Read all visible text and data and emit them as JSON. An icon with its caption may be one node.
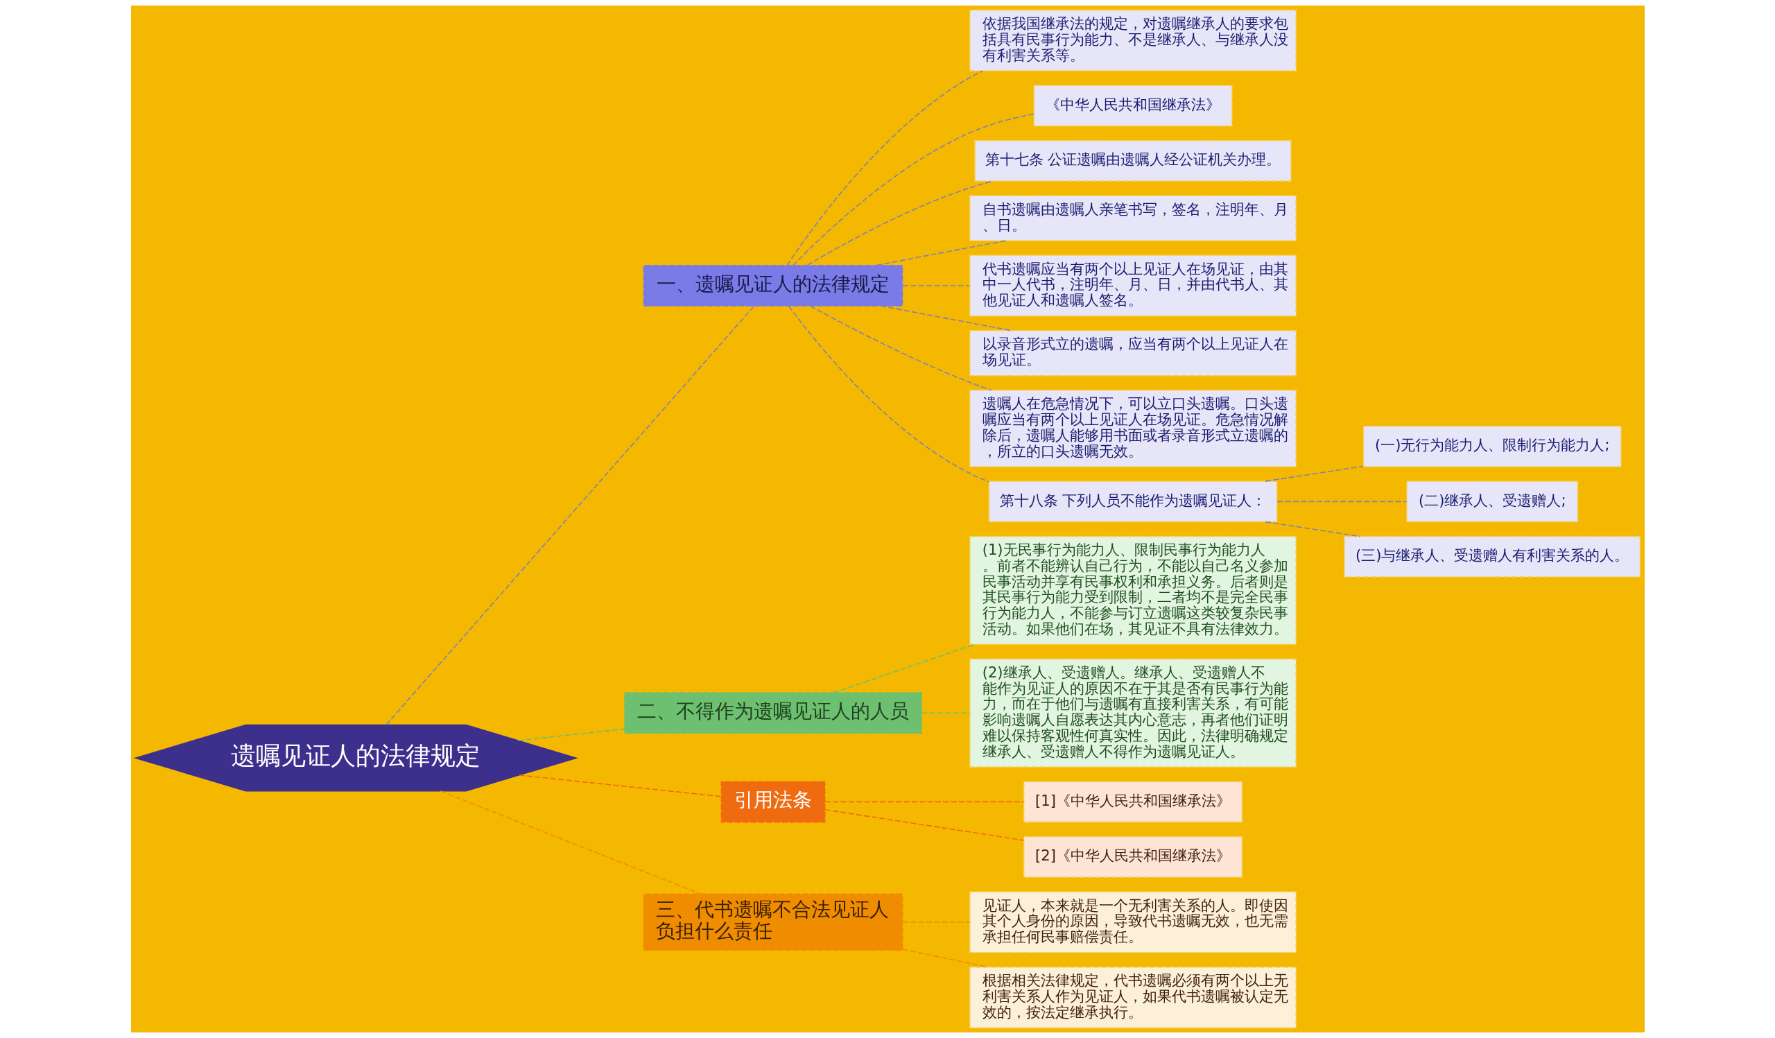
{
  "diagram": {
    "nodes": [
      {
        "text": [
          "遗嘱见证人的法律规定"
        ]
      },
      {
        "text": [
          "一、遗嘱见证人的法律规定"
        ]
      },
      {
        "text": [
          "依据我国继承法的规定，对遗嘱继承人的要求包括具有民事行为能力、不是继承人、与继承人没有利害关系等。"
        ]
      },
      {
        "text": [
          "《中华人民共和国继承法》"
        ]
      },
      {
        "text": [
          "第十七条 公证遗嘱由遗嘱人经公证机关办理。"
        ]
      },
      {
        "text": [
          "自书遗嘱由遗嘱人亲笔书写，签名，注明年、月、日。"
        ]
      },
      {
        "text": [
          "代书遗嘱应当有两个以上见证人在场见证，由其中一人代书，注明年、月、日，并由代书人、其他见证人和遗嘱人签名。"
        ]
      },
      {
        "text": [
          "以录音形式立的遗嘱，应当有两个以上见证人在场见证。"
        ]
      },
      {
        "text": [
          "遗嘱人在危急情况下，可以立口头遗嘱。口头遗嘱应当有两个以上见证人在场见证。危急情况解除后，遗嘱人能够用书面或者录音形式立遗嘱的，所立的口头遗嘱无效。"
        ]
      },
      {
        "text": [
          "第十八条 下列人员不能作为遗嘱见证人："
        ]
      },
      {
        "text": [
          "(一)无行为能力人、限制行为能力人;"
        ]
      },
      {
        "text": [
          "(二)继承人、受遗赠人;"
        ]
      },
      {
        "text": [
          "(三)与继承人、受遗赠人有利害关系的人。"
        ]
      },
      {
        "text": [
          "二、不得作为遗嘱见证人的人员"
        ]
      },
      {
        "text": [
          "(1)无民事行为能力人、限制民事行为能力人。前者不能辨认自己行为，不能以自己名义参加民事活动并享有民事权利和承担义务。后者则是其民事行为能力受到限制，二者均不是完全民事行为能力人，不能参与订立遗嘱这类较复杂民事活动。如果他们在场，其见证不具有法律效力。"
        ]
      },
      {
        "text": [
          "(2)继承人、受遗赠人。继承人、受遗赠人不能作为见证人的原因不在于其是否有民事行为能力，而在于他们与遗嘱有直接利害关系，有可能影响遗嘱人自愿表达其内心意志，再者他们证明难以保持客观性何真实性。因此，法律明确规定继承人、受遗赠人不得作为遗嘱见证人。"
        ]
      },
      {
        "text": [
          "引用法条"
        ]
      },
      {
        "text": [
          "[1]《中华人民共和国继承法》"
        ]
      },
      {
        "text": [
          "[2]《中华人民共和国继承法》"
        ]
      },
      {
        "text": [
          "三、代书遗嘱不合法见证人负担什么责任"
        ]
      },
      {
        "text": [
          "见证人，本来就是一个无利害关系的人。即使因其个人身份的原因，导致代书遗嘱无效，也无需承担任何民事赔偿责任。"
        ]
      },
      {
        "text": [
          "根据相关法律规定，代书遗嘱必须有两个以上无利害关系人作为见证人，如果代书遗嘱被认定无效的，按法定继承执行。"
        ]
      }
    ],
    "edges": [
      {
        "from": 0,
        "to": 1,
        "arrow": "none",
        "style": "dashed"
      },
      {
        "from": 1,
        "to": 2,
        "arrow": "none",
        "style": "dashed"
      },
      {
        "from": 1,
        "to": 3,
        "arrow": "none",
        "style": "dashed"
      },
      {
        "from": 1,
        "to": 4,
        "arrow": "none",
        "style": "dashed"
      },
      {
        "from": 1,
        "to": 5,
        "arrow": "none",
        "style": "dashed"
      },
      {
        "from": 1,
        "to": 6,
        "arrow": "none",
        "style": "dashed"
      },
      {
        "from": 1,
        "to": 7,
        "arrow": "none",
        "style": "dashed"
      },
      {
        "from": 1,
        "to": 8,
        "arrow": "none",
        "style": "dashed"
      },
      {
        "from": 1,
        "to": 9,
        "arrow": "none",
        "style": "dashed"
      },
      {
        "from": 9,
        "to": 10,
        "arrow": "none",
        "style": "dashed"
      },
      {
        "from": 9,
        "to": 11,
        "arrow": "none",
        "style": "dashed"
      },
      {
        "from": 9,
        "to": 12,
        "arrow": "none",
        "style": "dashed"
      },
      {
        "from": 0,
        "to": 13,
        "arrow": "none",
        "style": "dashed",
        "color": "#6cc070"
      },
      {
        "from": 13,
        "to": 14,
        "arrow": "none",
        "style": "dashed",
        "color": "#6cc070"
      },
      {
        "from": 13,
        "to": 15,
        "arrow": "none",
        "style": "dashed",
        "color": "#6cc070"
      },
      {
        "from": 0,
        "to": 16,
        "arrow": "none",
        "style": "dashed",
        "color": "#f06a10"
      },
      {
        "from": 16,
        "to": 17,
        "arrow": "none",
        "style": "dashed",
        "color": "#f06a10"
      },
      {
        "from": 16,
        "to": 18,
        "arrow": "none",
        "style": "dashed",
        "color": "#f06a10"
      },
      {
        "from": 0,
        "to": 19,
        "arrow": "none",
        "style": "dashed",
        "color": "#f08c00"
      },
      {
        "from": 19,
        "to": 20,
        "arrow": "none",
        "style": "dashed",
        "color": "#f08c00"
      },
      {
        "from": 19,
        "to": 21,
        "arrow": "none",
        "style": "dashed",
        "color": "#f08c00"
      }
    ]
  }
}
